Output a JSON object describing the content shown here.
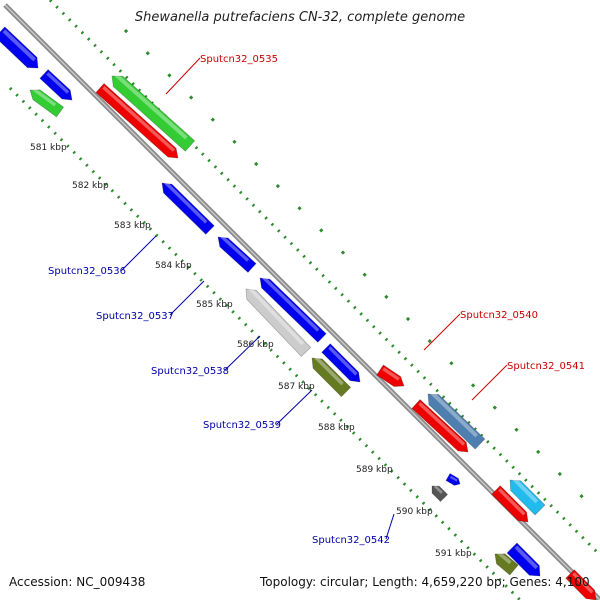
{
  "title": "Shewanella putrefaciens CN-32, complete genome",
  "footer": {
    "accession": "Accession: NC_009438",
    "topology": "Topology: circular; Length: 4,659,220 bp; Genes: 4,100"
  },
  "ruler_labels": [
    "581 kbp",
    "582 kbp",
    "583 kbp",
    "584 kbp",
    "585 kbp",
    "586 kbp",
    "587 kbp",
    "588 kbp",
    "589 kbp",
    "590 kbp",
    "591 kbp"
  ],
  "gene_labels": {
    "forward": [
      "Sputcn32_0535",
      "Sputcn32_0540",
      "Sputcn32_0541"
    ],
    "reverse": [
      "Sputcn32_0536",
      "Sputcn32_0537",
      "Sputcn32_0538",
      "Sputcn32_0539",
      "Sputcn32_0542"
    ]
  },
  "colors": {
    "forward_label": "#cc0000",
    "reverse_label": "#0000aa",
    "backbone": "#8c8c8c",
    "dots": "#2e8b2e",
    "blue": "#0000ee",
    "red": "#ee0000",
    "green": "#33cc33",
    "gray": "#cccccc",
    "olive": "#667a22",
    "steel": "#4f7fb0",
    "cyan": "#22bbee",
    "darkgray": "#555555"
  }
}
